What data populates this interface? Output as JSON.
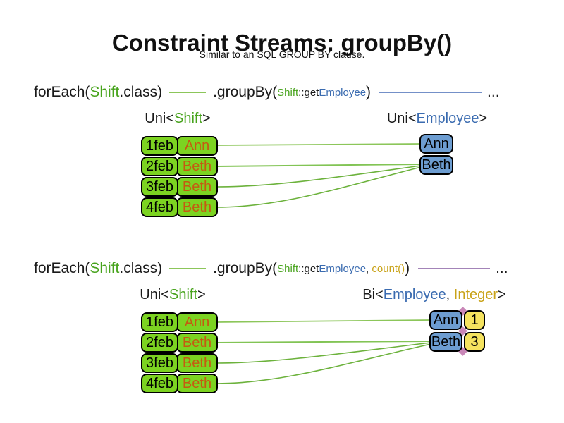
{
  "slide": {
    "title": "Constraint Streams: groupBy()",
    "subtitle": "Similar to an SQL GROUP BY clause."
  },
  "colors": {
    "shift_green_text": "#47A31C",
    "employee_blue_text": "#3A6BB0",
    "integer_gold_text": "#C9A319",
    "name_orange_text": "#C55A11",
    "box_green": "#7CD321",
    "box_blue": "#6D9DD1",
    "box_yellow": "#F5E35F",
    "line_green": "#8CC65A",
    "line_blue": "#7490C8",
    "line_purple": "#A384B8",
    "connector_green": "#79BD4A"
  },
  "section1": {
    "code": {
      "foreach_open": "forEach(",
      "foreach_arg": "Shift",
      "foreach_close": ".class)",
      "groupby_open": ".groupBy(",
      "arg_class": "Shift",
      "arg_accessor": "::get",
      "arg_type": "Employee",
      "groupby_close": ")",
      "ellipsis": "..."
    },
    "source_label": {
      "prefix": "Uni<",
      "type": "Shift",
      "suffix": ">"
    },
    "result_label": {
      "prefix": "Uni<",
      "type": "Employee",
      "suffix": ">"
    },
    "shifts": [
      {
        "date": "1feb",
        "employee": "Ann"
      },
      {
        "date": "2feb",
        "employee": "Beth"
      },
      {
        "date": "3feb",
        "employee": "Beth"
      },
      {
        "date": "4feb",
        "employee": "Beth"
      }
    ],
    "groups": [
      {
        "employee": "Ann"
      },
      {
        "employee": "Beth"
      }
    ]
  },
  "section2": {
    "code": {
      "foreach_open": "forEach(",
      "foreach_arg": "Shift",
      "foreach_close": ".class)",
      "groupby_open": ".groupBy(",
      "arg_class": "Shift",
      "arg_accessor": "::get",
      "arg_type": "Employee",
      "arg_separator": ", ",
      "arg_count": "count()",
      "groupby_close": ")",
      "ellipsis": "..."
    },
    "source_label": {
      "prefix": "Uni<",
      "type": "Shift",
      "suffix": ">"
    },
    "result_label": {
      "prefix": "Bi<",
      "type1": "Employee",
      "separator": ", ",
      "type2": "Integer",
      "suffix": ">"
    },
    "shifts": [
      {
        "date": "1feb",
        "employee": "Ann"
      },
      {
        "date": "2feb",
        "employee": "Beth"
      },
      {
        "date": "3feb",
        "employee": "Beth"
      },
      {
        "date": "4feb",
        "employee": "Beth"
      }
    ],
    "groups": [
      {
        "employee": "Ann",
        "count": "1"
      },
      {
        "employee": "Beth",
        "count": "3"
      }
    ]
  }
}
